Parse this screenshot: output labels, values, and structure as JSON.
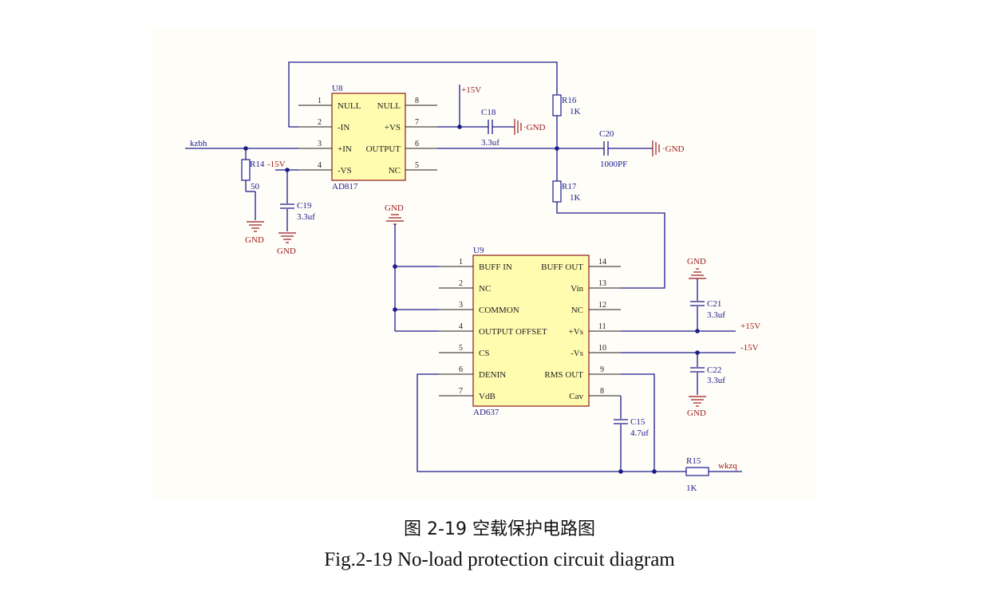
{
  "u8": {
    "ref": "U8",
    "part": "AD817",
    "pins_left": [
      {
        "num": "1",
        "name": "NULL"
      },
      {
        "num": "2",
        "name": "-IN"
      },
      {
        "num": "3",
        "name": "+IN"
      },
      {
        "num": "4",
        "name": "-VS"
      }
    ],
    "pins_right": [
      {
        "num": "8",
        "name": "NULL"
      },
      {
        "num": "7",
        "name": "+VS"
      },
      {
        "num": "6",
        "name": "OUTPUT"
      },
      {
        "num": "5",
        "name": "NC"
      }
    ]
  },
  "u9": {
    "ref": "U9",
    "part": "AD637",
    "pins_left": [
      {
        "num": "1",
        "name": "BUFF IN"
      },
      {
        "num": "2",
        "name": "NC"
      },
      {
        "num": "3",
        "name": "COMMON"
      },
      {
        "num": "4",
        "name": "OUTPUT OFFSET"
      },
      {
        "num": "5",
        "name": "CS"
      },
      {
        "num": "6",
        "name": "DENIN"
      },
      {
        "num": "7",
        "name": "VdB"
      }
    ],
    "pins_right": [
      {
        "num": "14",
        "name": "BUFF OUT"
      },
      {
        "num": "13",
        "name": "Vin"
      },
      {
        "num": "12",
        "name": "NC"
      },
      {
        "num": "11",
        "name": "+Vs"
      },
      {
        "num": "10",
        "name": "-Vs"
      },
      {
        "num": "9",
        "name": "RMS OUT"
      },
      {
        "num": "8",
        "name": "Cav"
      }
    ]
  },
  "components": {
    "r14": {
      "ref": "R14",
      "value": "50"
    },
    "r16": {
      "ref": "R16",
      "value": "1K"
    },
    "r17": {
      "ref": "R17",
      "value": "1K"
    },
    "r15": {
      "ref": "R15",
      "value": "1K"
    },
    "c18": {
      "ref": "C18",
      "value": "3.3uf"
    },
    "c19": {
      "ref": "C19",
      "value": "3.3uf"
    },
    "c20": {
      "ref": "C20",
      "value": "1000PF"
    },
    "c21": {
      "ref": "C21",
      "value": "3.3uf"
    },
    "c22": {
      "ref": "C22",
      "value": "3.3uf"
    },
    "c15": {
      "ref": "C15",
      "value": "4.7uf"
    }
  },
  "nets": {
    "input": "kzbh",
    "output": "wkzq",
    "pos_supply": "+15V",
    "neg_supply": "-15V",
    "ground": "GND",
    "ground_dot": "·GND"
  },
  "caption": {
    "cn": "图 2-19  空载保护电路图",
    "en": "Fig.2-19 No-load protection circuit diagram"
  },
  "colors": {
    "wire": "#1c1c8c",
    "power": "#9a1a1a",
    "ic_fill": "#fffcb0",
    "background": "#fffdf8"
  }
}
